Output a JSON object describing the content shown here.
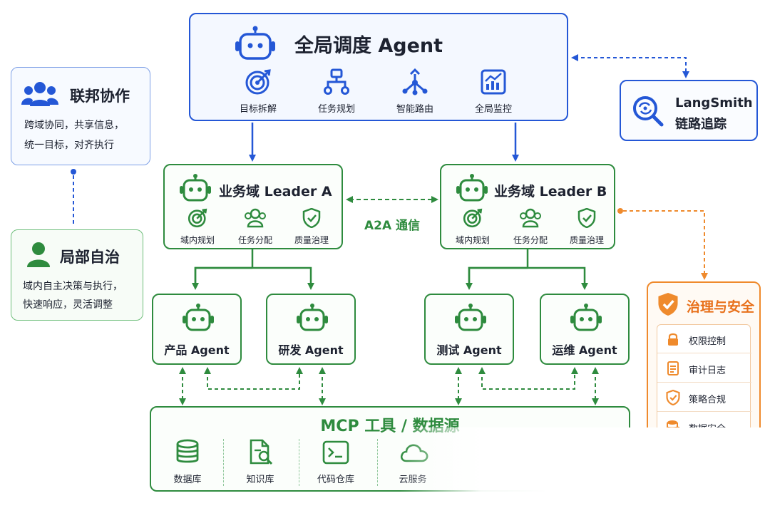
{
  "global_agent": {
    "title": "全局调度 Agent",
    "functions": [
      {
        "label": "目标拆解",
        "icon": "target-icon"
      },
      {
        "label": "任务规划",
        "icon": "hierarchy-icon"
      },
      {
        "label": "智能路由",
        "icon": "routing-icon"
      },
      {
        "label": "全局监控",
        "icon": "monitor-chart-icon"
      }
    ]
  },
  "langsmith": {
    "line1": "LangSmith",
    "line2": "链路追踪"
  },
  "federation": {
    "title": "联邦协作",
    "desc_line1": "跨域协同，共享信息，",
    "desc_line2": "统一目标，对齐执行"
  },
  "local_autonomy": {
    "title": "局部自治",
    "desc_line1": "域内自主决策与执行，",
    "desc_line2": "快速响应，灵活调整"
  },
  "leader_a": {
    "title": "业务域 Leader A",
    "functions": [
      {
        "label": "域内规划",
        "icon": "target-icon"
      },
      {
        "label": "任务分配",
        "icon": "team-icon"
      },
      {
        "label": "质量治理",
        "icon": "shield-check-icon"
      }
    ]
  },
  "leader_b": {
    "title": "业务域 Leader B",
    "functions": [
      {
        "label": "域内规划",
        "icon": "target-icon"
      },
      {
        "label": "任务分配",
        "icon": "team-icon"
      },
      {
        "label": "质量治理",
        "icon": "shield-check-icon"
      }
    ]
  },
  "a2a_label": "A2A 通信",
  "agents": [
    {
      "label": "产品 Agent"
    },
    {
      "label": "研发 Agent"
    },
    {
      "label": "测试 Agent"
    },
    {
      "label": "运维 Agent"
    }
  ],
  "governance": {
    "title": "治理与安全",
    "items": [
      {
        "label": "权限控制",
        "icon": "lock-icon"
      },
      {
        "label": "审计日志",
        "icon": "document-icon"
      },
      {
        "label": "策略合规",
        "icon": "shield-check-icon"
      },
      {
        "label": "数据安全",
        "icon": "database-lock-icon"
      }
    ]
  },
  "mcp": {
    "title": "MCP 工具 / 数据源",
    "items": [
      {
        "label": "数据库",
        "icon": "database-icon"
      },
      {
        "label": "知识库",
        "icon": "knowledge-doc-icon"
      },
      {
        "label": "代码仓库",
        "icon": "terminal-icon"
      },
      {
        "label": "云服务",
        "icon": "cloud-icon"
      }
    ]
  },
  "colors": {
    "blue": "#2457d6",
    "green": "#2e8b3e",
    "orange": "#ef8a2c"
  }
}
